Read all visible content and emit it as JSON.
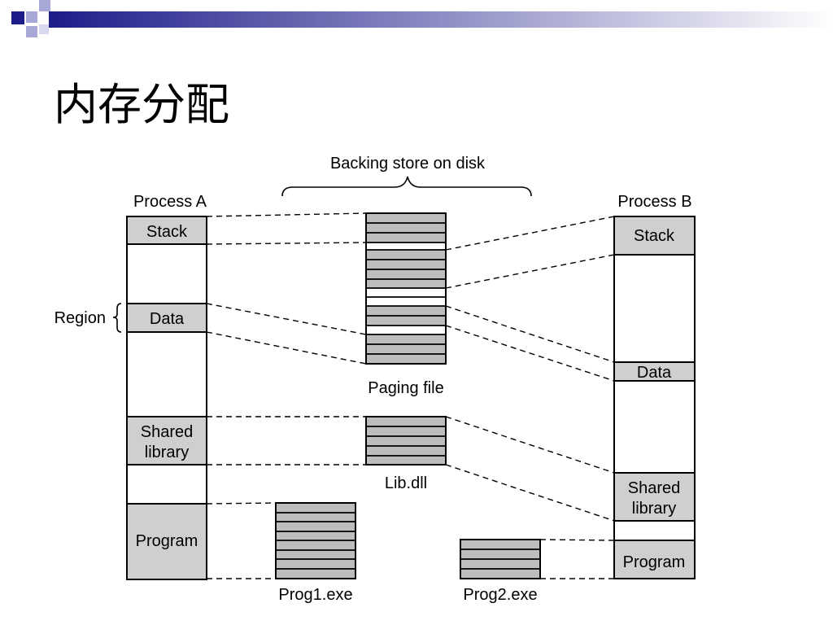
{
  "title": "内存分配",
  "header_gradient": {
    "from": "#1c1c8a",
    "to": "#ffffff"
  },
  "diagram": {
    "backing_store_label": "Backing store on disk",
    "process_a": {
      "label": "Process A",
      "stack": "Stack",
      "data": "Data",
      "shared_line1": "Shared",
      "shared_line2": "library",
      "program": "Program"
    },
    "process_b": {
      "label": "Process B",
      "stack": "Stack",
      "data": "Data",
      "shared_line1": "Shared",
      "shared_line2": "library",
      "program": "Program"
    },
    "region_label": "Region",
    "paging_file_label": "Paging file",
    "lib_dll_label": "Lib.dll",
    "prog1_label": "Prog1.exe",
    "prog2_label": "Prog2.exe"
  }
}
